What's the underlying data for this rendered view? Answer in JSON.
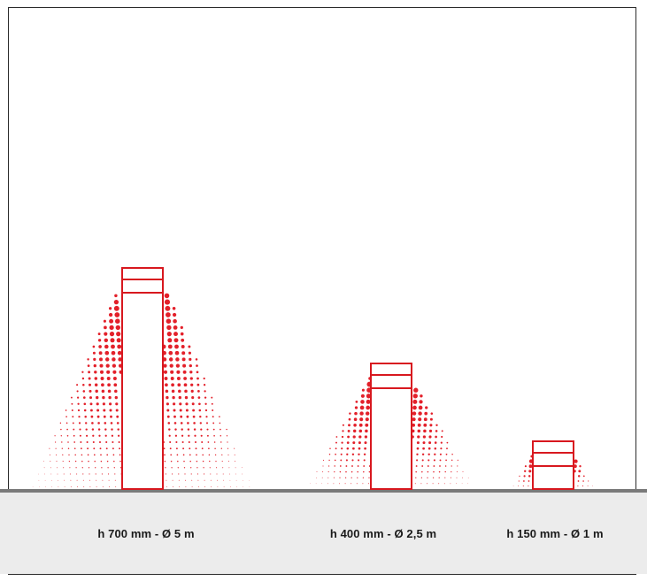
{
  "colors": {
    "light": "#e3202a",
    "outline": "#d8181f",
    "ground": "#7a7a7a",
    "floor": "#ececec"
  },
  "lamps": [
    {
      "name": "lamp-h700",
      "caption": "h 700 mm - Ø 5 m",
      "height_mm": 700,
      "diameter_m": 5
    },
    {
      "name": "lamp-h400",
      "caption": "h 400 mm - Ø 2,5 m",
      "height_mm": 400,
      "diameter_m": 2.5
    },
    {
      "name": "lamp-h150",
      "caption": "h 150 mm - Ø 1 m",
      "height_mm": 150,
      "diameter_m": 1
    }
  ]
}
